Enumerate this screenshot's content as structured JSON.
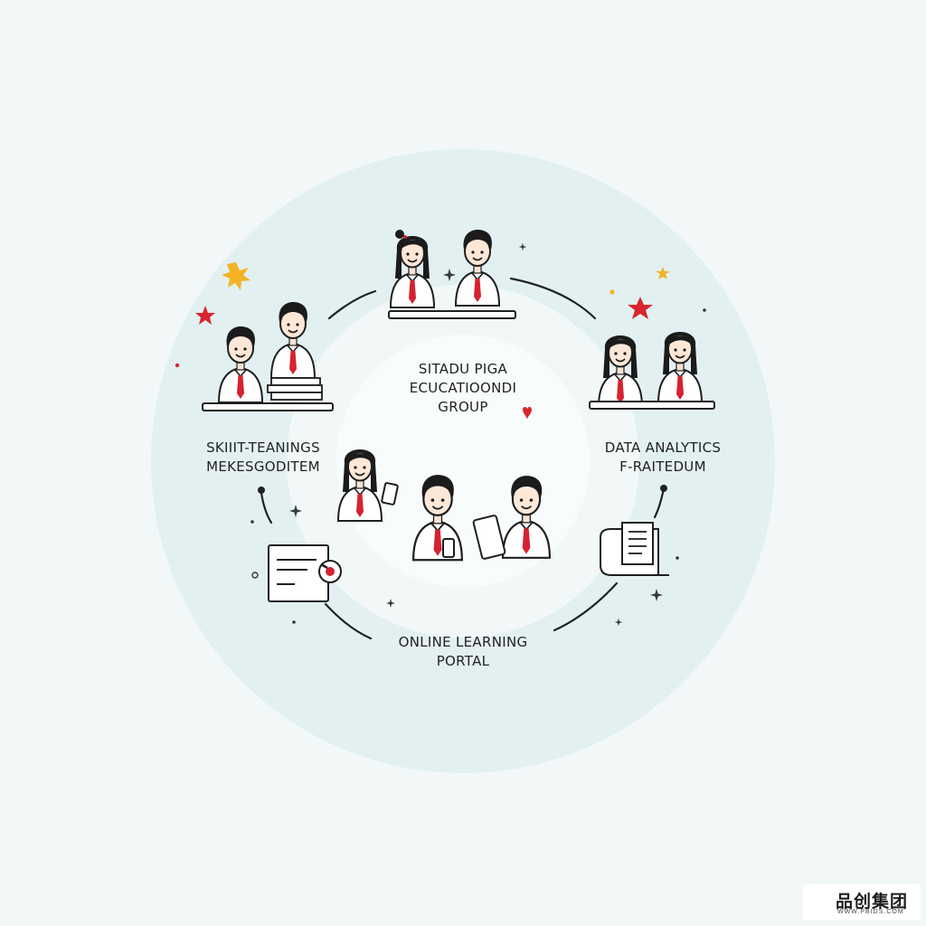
{
  "diagram": {
    "center": {
      "lines": [
        "SITADU PIGA",
        "ECUCATIOONDI",
        "GROUP"
      ]
    },
    "left": {
      "lines": [
        "SKIIIT-TEANINGS",
        "MEKESGODITEM"
      ]
    },
    "right": {
      "lines": [
        "DATA ANALYTICS",
        "F-RAITEDUM"
      ]
    },
    "bottom": {
      "lines": [
        "ONLINE LEARNING",
        "PORTAL"
      ]
    }
  },
  "colors": {
    "background": "#f2f8f8",
    "ring": "#e2f0f1",
    "ink": "#1f1f1f",
    "tie": "#d62230",
    "star_gold": "#f4b324",
    "star_red": "#d9252f"
  },
  "watermark": {
    "name": "品创集团",
    "site": "WWW.PBIDS.COM"
  }
}
